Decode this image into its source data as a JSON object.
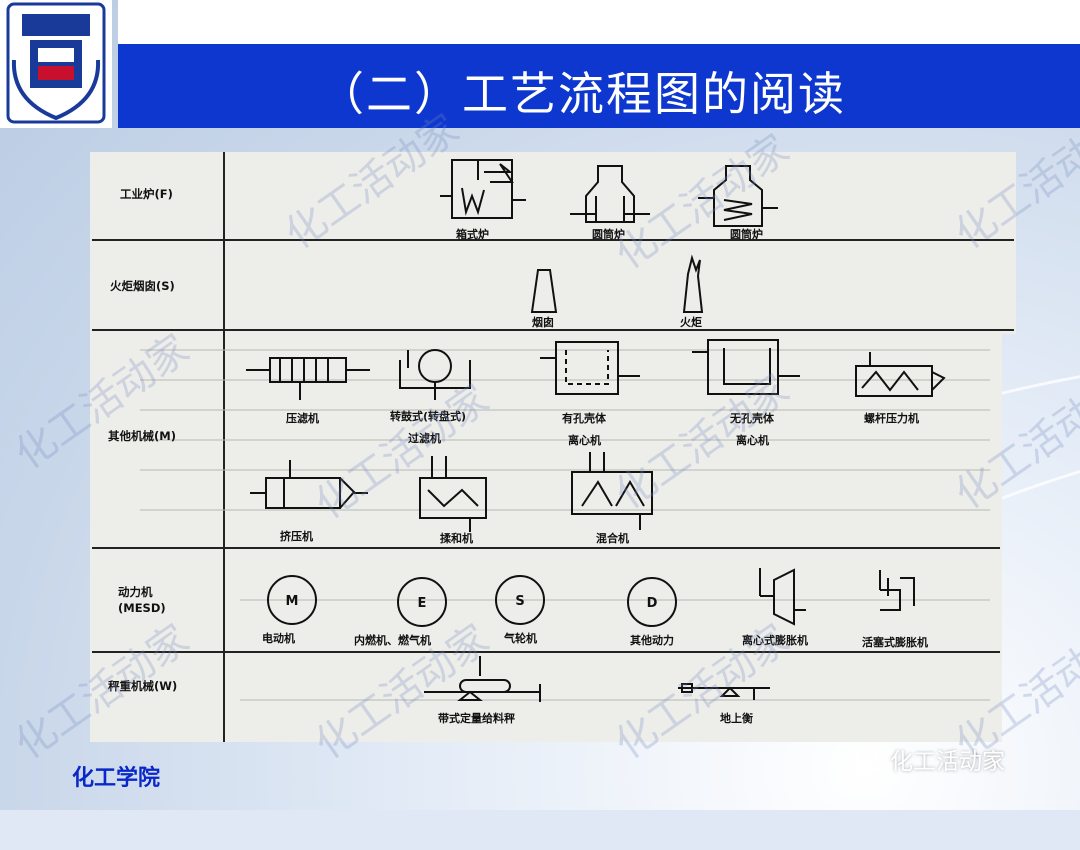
{
  "slide": {
    "title": "（二）工艺流程图的阅读",
    "footer_left": "化工学院",
    "footer_right": "化工活动家"
  },
  "logo": {
    "icon": "nanjing-tech-university-seal"
  },
  "watermark": {
    "text": "化工活动家"
  },
  "table": {
    "rows": [
      {
        "category": "工业炉(F)",
        "symbols": [
          "箱式炉",
          "圆筒炉",
          "圆筒炉"
        ]
      },
      {
        "category": "火炬烟囱(S)",
        "symbols": [
          "烟囱",
          "火炬"
        ]
      },
      {
        "category": "其他机械(M)",
        "symbols": [
          "压滤机",
          "转鼓式(转盘式)",
          "过滤机",
          "有孔壳体",
          "离心机",
          "无孔壳体",
          "离心机",
          "螺杆压力机",
          "挤压机",
          "揉和机",
          "混合机"
        ]
      },
      {
        "category": "动力机\n(MESD)",
        "symbols": [
          "电动机",
          "内燃机、燃气机",
          "气轮机",
          "其他动力",
          "离心式膨胀机",
          "活塞式膨胀机"
        ],
        "circle_letters": [
          "M",
          "E",
          "S",
          "D"
        ]
      },
      {
        "category": "秤重机械(W)",
        "symbols": [
          "带式定量给料秤",
          "地上衡"
        ]
      }
    ]
  }
}
